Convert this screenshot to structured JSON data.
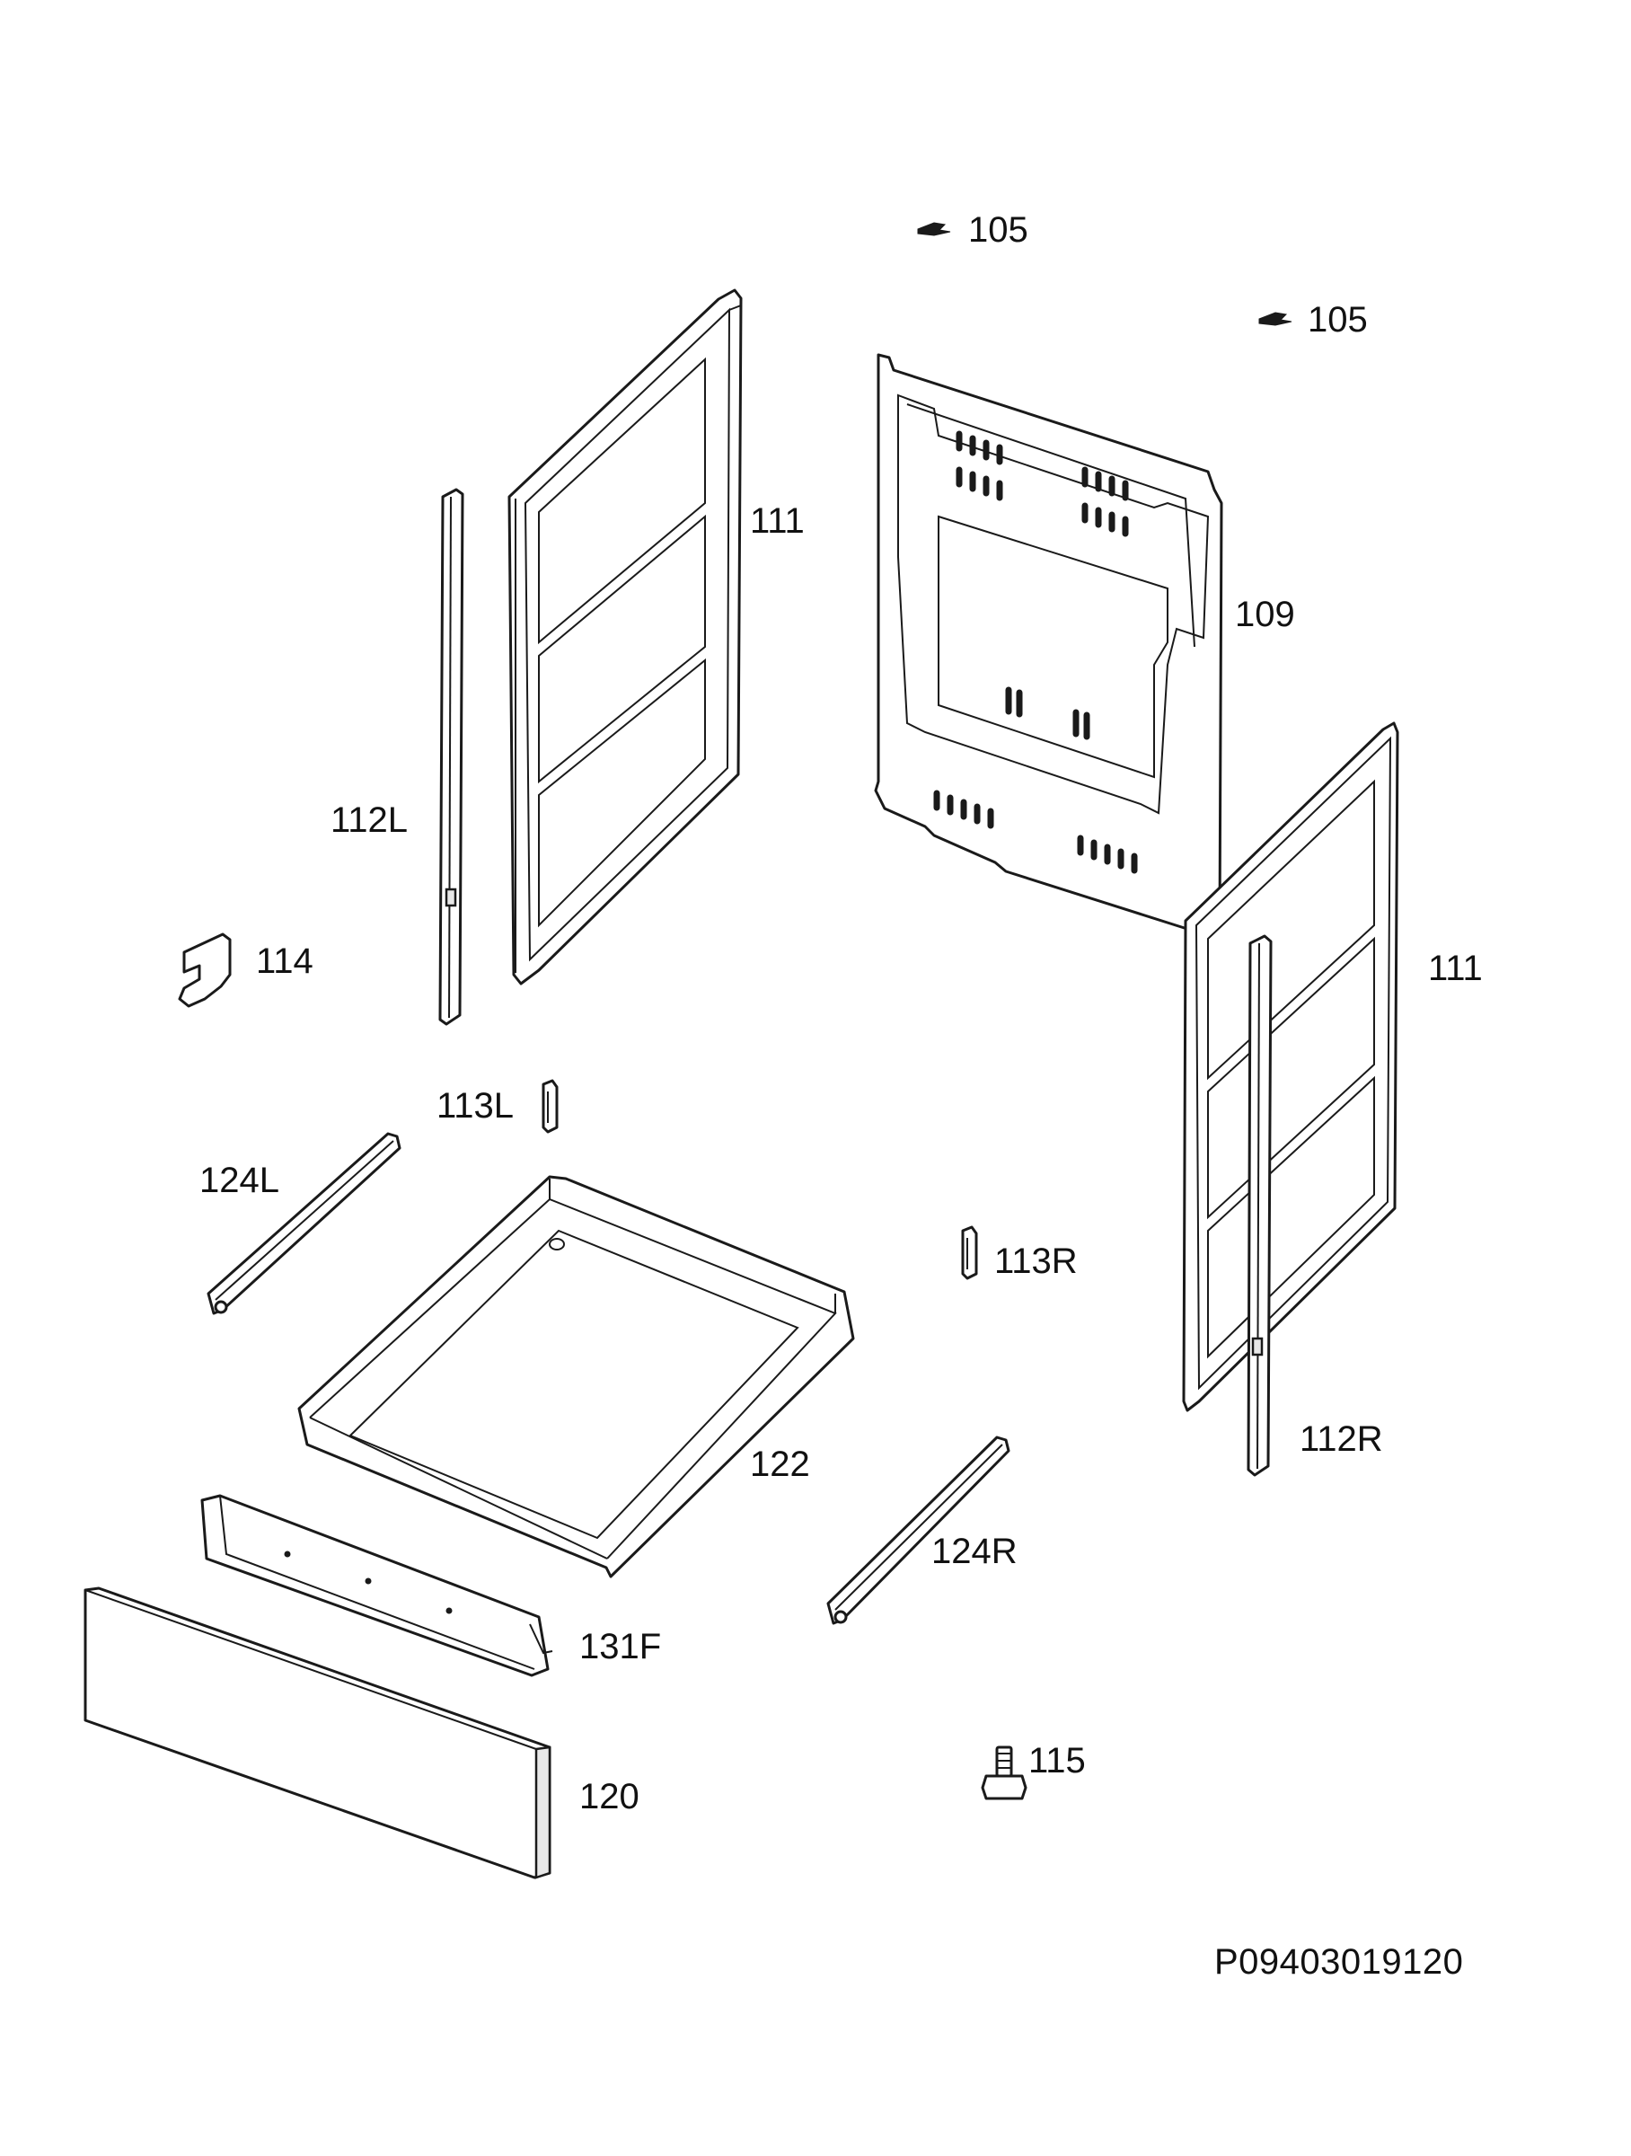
{
  "labels": {
    "p105a": "105",
    "p105b": "105",
    "p111a": "111",
    "p109": "109",
    "p112L": "112L",
    "p114": "114",
    "p111b": "111",
    "p113L": "113L",
    "p124L": "124L",
    "p113R": "113R",
    "p122": "122",
    "p112R": "112R",
    "p124R": "124R",
    "p131F": "131F",
    "p115": "115",
    "p120": "120"
  },
  "drawing_code": "P09403019120"
}
